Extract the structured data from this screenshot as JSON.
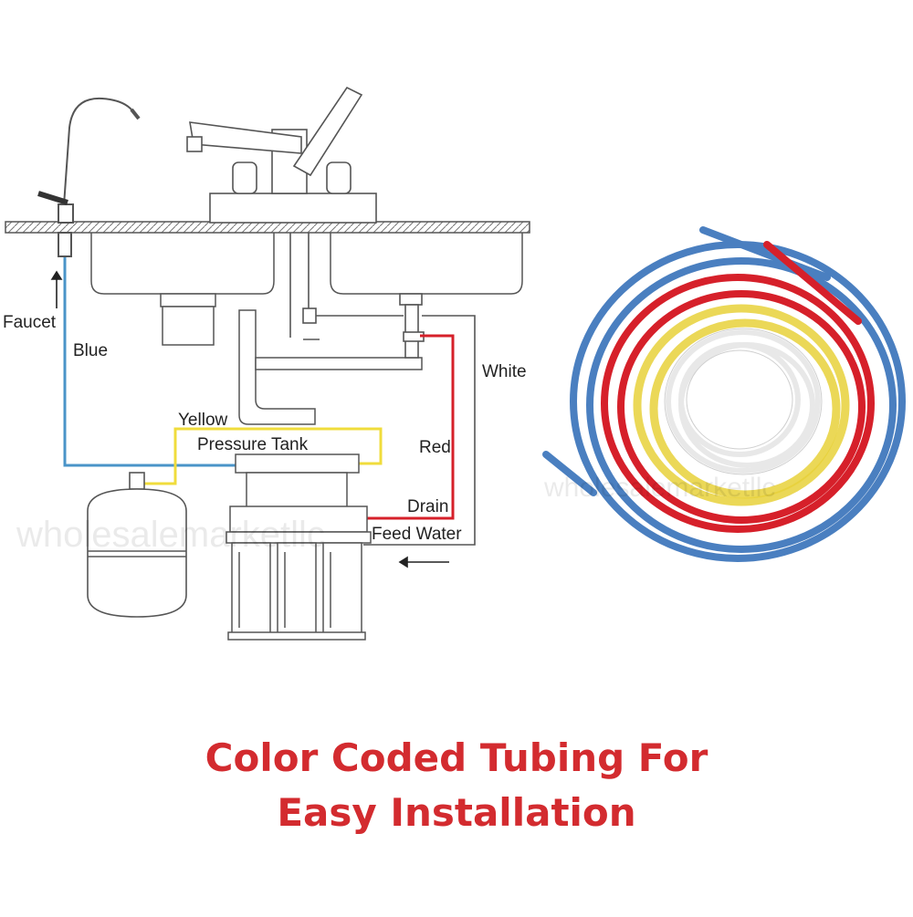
{
  "labels": {
    "faucet": "Faucet",
    "blue": "Blue",
    "white": "White",
    "yellow": "Yellow",
    "pressure_tank": "Pressure Tank",
    "red": "Red",
    "drain": "Drain",
    "feed_water": "Feed Water"
  },
  "watermark": "wholesalemarketllc",
  "caption": {
    "line1": "Color Coded Tubing For",
    "line2": "Easy Installation"
  },
  "colors": {
    "blue_tube": "#4a7fc0",
    "red_tube": "#d6202a",
    "yellow_tube": "#e8d13a",
    "white_tube": "#f2f2f2",
    "caption": "#d32b2f",
    "line_art": "#555555"
  }
}
